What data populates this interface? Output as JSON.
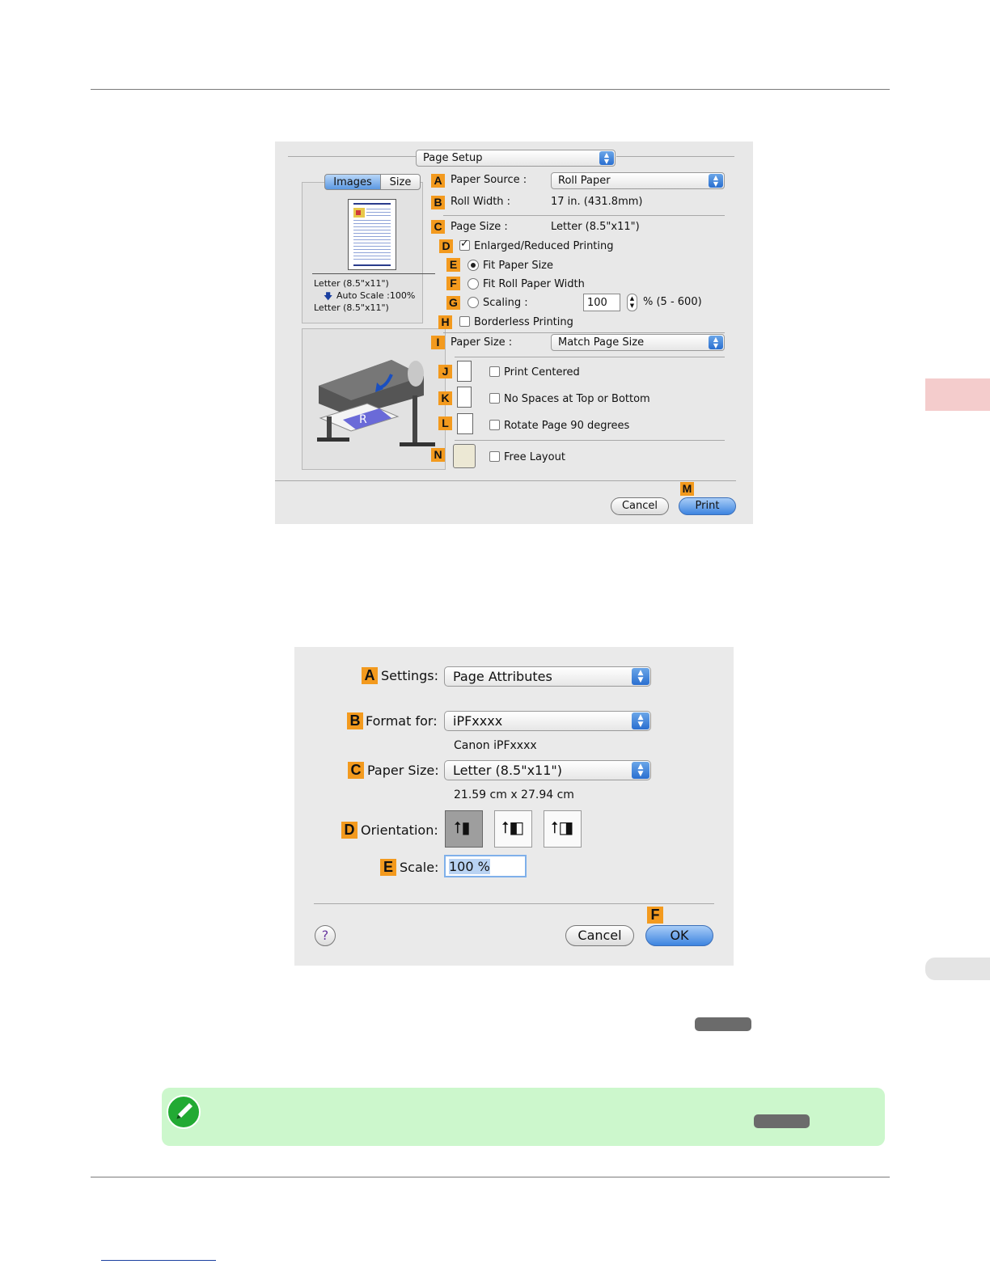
{
  "page_setup_dialog": {
    "header_popup": "Page Setup",
    "tabs": [
      "Images",
      "Size"
    ],
    "preview_info": {
      "line1": "Letter (8.5\"x11\")",
      "line2": "Auto Scale :100%",
      "line3": "Letter (8.5\"x11\")"
    },
    "letters": {
      "a": "A",
      "b": "B",
      "c": "C",
      "d": "D",
      "e": "E",
      "f": "F",
      "g": "G",
      "h": "H",
      "i": "I",
      "j": "J",
      "k": "K",
      "l": "L",
      "m": "M",
      "n": "N"
    },
    "paper_source_label": "Paper Source :",
    "paper_source_value": "Roll Paper",
    "roll_width_label": "Roll Width :",
    "roll_width_value": "17 in. (431.8mm)",
    "page_size_label": "Page Size :",
    "page_size_value": "Letter (8.5\"x11\")",
    "enlarged_reduced_label": "Enlarged/Reduced Printing",
    "enlarged_reduced_checked": true,
    "fit_paper_size_label": "Fit Paper Size",
    "fit_roll_width_label": "Fit Roll Paper Width",
    "scaling_label": "Scaling :",
    "scaling_value": "100",
    "scaling_range": "% (5 - 600)",
    "selected_scale_mode": "Fit Paper Size",
    "borderless_label": "Borderless Printing",
    "paper_size_label": "Paper Size :",
    "paper_size_value": "Match Page Size",
    "print_centered_label": "Print Centered",
    "no_spaces_label": "No Spaces at Top or Bottom",
    "rotate_label": "Rotate Page 90 degrees",
    "free_layout_label": "Free Layout",
    "cancel_label": "Cancel",
    "print_label": "Print"
  },
  "page_attributes_dialog": {
    "letters": {
      "a": "A",
      "b": "B",
      "c": "C",
      "d": "D",
      "e": "E",
      "f": "F"
    },
    "settings_label": "Settings:",
    "settings_value": "Page Attributes",
    "format_for_label": "Format for:",
    "format_for_value": "iPFxxxx",
    "format_for_sub": "Canon iPFxxxx",
    "paper_size_label": "Paper Size:",
    "paper_size_value": "Letter (8.5\"x11\")",
    "paper_size_sub": "21.59 cm x 27.94 cm",
    "orientation_label": "Orientation:",
    "orientation_options": [
      "portrait",
      "landscape-left",
      "landscape-right"
    ],
    "orientation_selected": "portrait",
    "scale_label": "Scale:",
    "scale_value": "100 %",
    "help_glyph": "?",
    "cancel_label": "Cancel",
    "ok_label": "OK"
  },
  "colors": {
    "badge": "#f39a1e",
    "note_bg": "#ccf7cc",
    "side_tab": "#f4cccc",
    "button_blue": "#3d84e0"
  }
}
